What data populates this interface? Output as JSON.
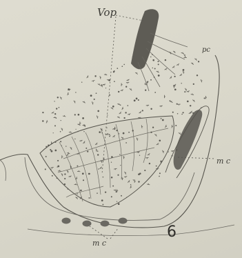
{
  "figure": {
    "number": "6",
    "labels": {
      "top": "Vop",
      "cells": "pc",
      "right": "m c",
      "bottom": "m c"
    },
    "colors": {
      "paper": "#d8d6c9",
      "ink": "#3c3b36",
      "tissue_dark": "#5e5c55"
    }
  }
}
